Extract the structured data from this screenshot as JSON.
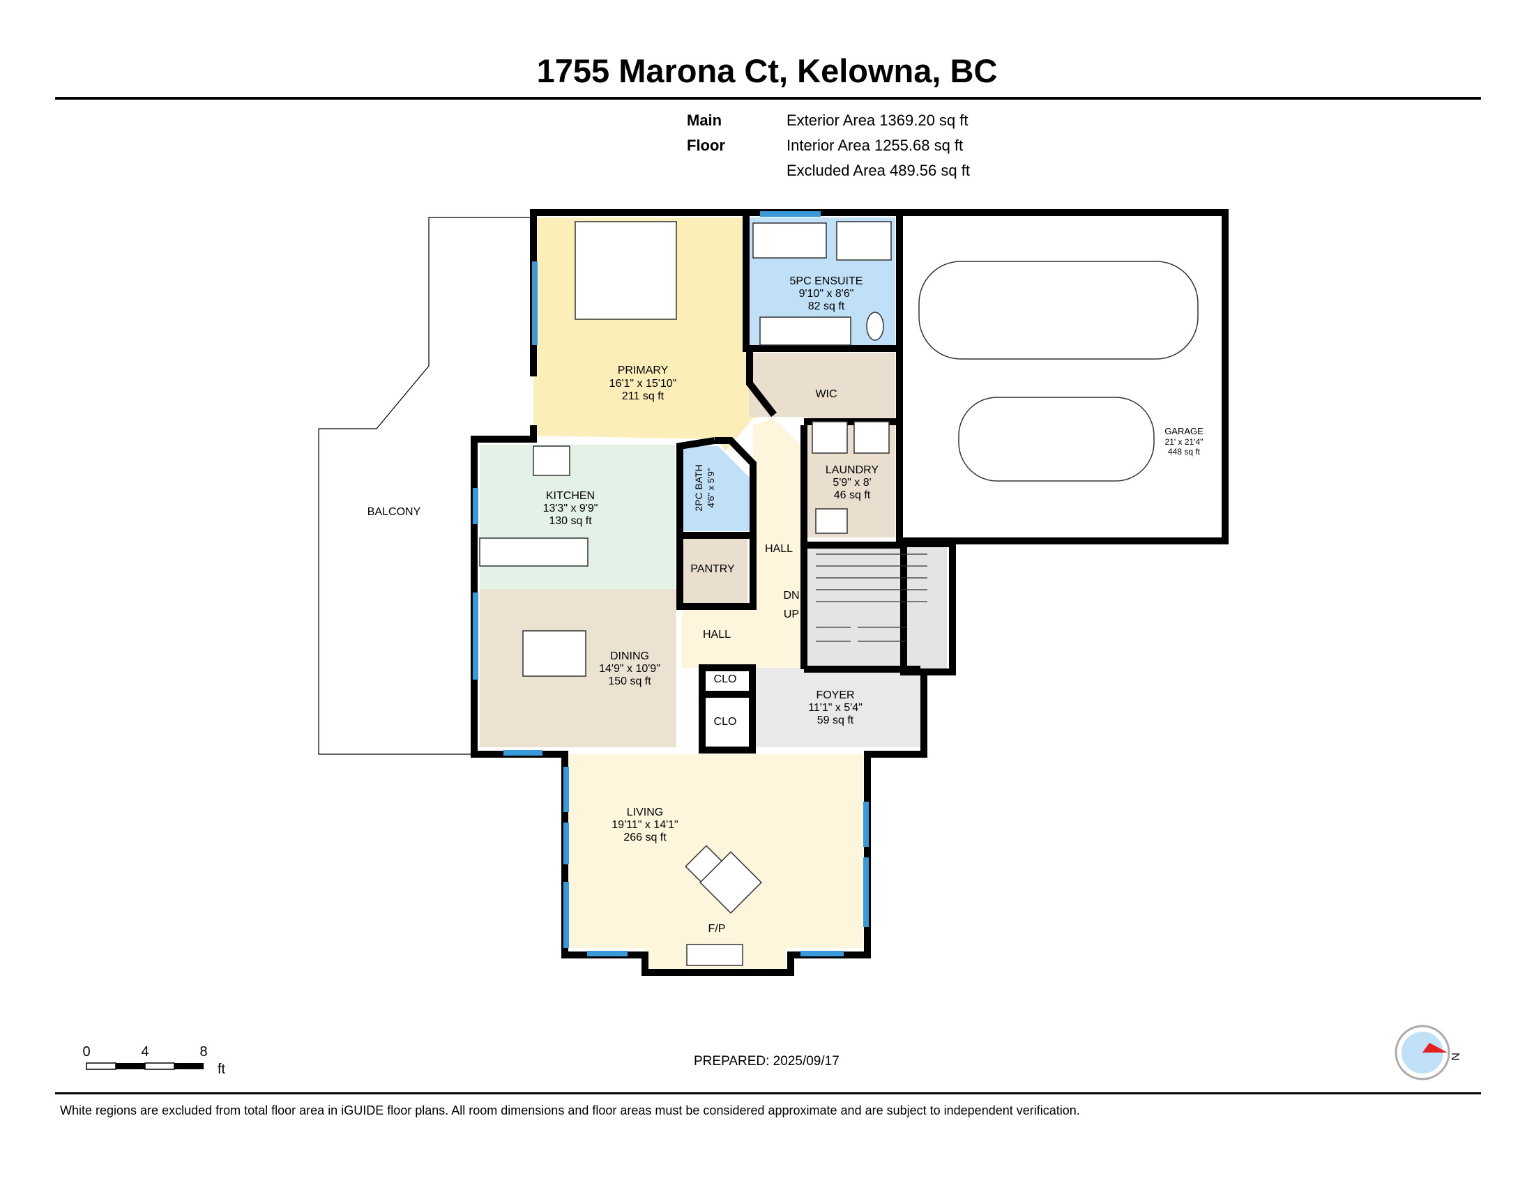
{
  "header": {
    "title": "1755 Marona Ct, Kelowna, BC"
  },
  "summary": {
    "floor": "Main Floor",
    "exterior": "Exterior Area 1369.20 sq ft",
    "interior": "Interior Area 1255.68 sq ft",
    "excluded": "Excluded Area 489.56 sq ft"
  },
  "rooms": {
    "primary": {
      "name": "PRIMARY",
      "dims": "16'1\" x 15'10\"",
      "area": "211 sq ft"
    },
    "ensuite": {
      "name": "5PC ENSUITE",
      "dims": "9'10\" x 8'6\"",
      "area": "82 sq ft"
    },
    "wic": {
      "name": "WIC"
    },
    "garage": {
      "name": "GARAGE",
      "dims": "21' x 21'4\"",
      "area": "448 sq ft"
    },
    "laundry": {
      "name": "LAUNDRY",
      "dims": "5'9\" x 8'",
      "area": "46 sq ft"
    },
    "kitchen": {
      "name": "KITCHEN",
      "dims": "13'3\" x 9'9\"",
      "area": "130 sq ft"
    },
    "bath2": {
      "name": "2PC BATH",
      "dims": "4'6\" x 5'9\""
    },
    "pantry": {
      "name": "PANTRY"
    },
    "hall1": {
      "name": "HALL"
    },
    "hall2": {
      "name": "HALL"
    },
    "dn": {
      "name": "DN"
    },
    "up": {
      "name": "UP"
    },
    "clo1": {
      "name": "CLO"
    },
    "clo2": {
      "name": "CLO"
    },
    "dining": {
      "name": "DINING",
      "dims": "14'9\" x 10'9\"",
      "area": "150 sq ft"
    },
    "foyer": {
      "name": "FOYER",
      "dims": "11'1\" x 5'4\"",
      "area": "59 sq ft"
    },
    "living": {
      "name": "LIVING",
      "dims": "19'11\" x 14'1\"",
      "area": "266 sq ft"
    },
    "fp": {
      "name": "F/P"
    },
    "balcony": {
      "name": "BALCONY"
    }
  },
  "scale": {
    "t0": "0",
    "t4": "4",
    "t8": "8",
    "unit": "ft"
  },
  "compass": {
    "label": "N"
  },
  "footer": {
    "prepared": "PREPARED: 2025/09/17",
    "disclaimer": "White regions are excluded from total floor area in iGUIDE floor plans. All room dimensions and floor areas must be considered approximate and are subject to independent verification."
  },
  "colors": {
    "primary": "#fbeeb8",
    "ensuite": "#bfe0f7",
    "wic": "#eadfcf",
    "garage": "#ffffff",
    "laundry": "#eadfcf",
    "kitchen": "#e3f1e6",
    "dining": "#ece2d2",
    "hall": "#fdf6dd",
    "foyer": "#e9e9e9",
    "living": "#fdf6dd",
    "stairs": "#e4e4e4",
    "window": "#3a9ad9"
  }
}
